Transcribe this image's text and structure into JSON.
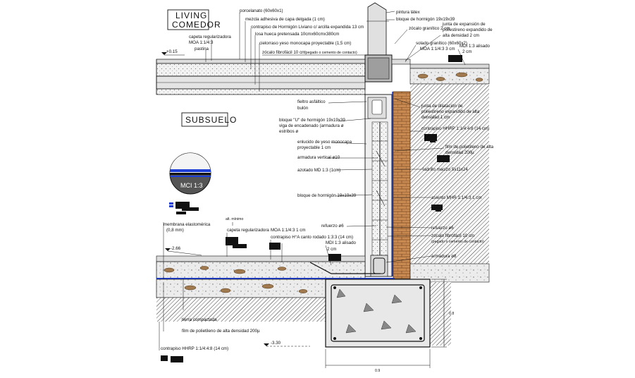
{
  "rooms": {
    "living": "LIVING",
    "comedor": "COMEDOR",
    "subsuelo": "SUBSUELO"
  },
  "legend": {
    "mci_label": "MCI 1:3"
  },
  "levels": {
    "upper": "+0.15",
    "middle": "-2.66",
    "lower": "-3.30"
  },
  "labels_upper": {
    "porcelanato": "porcelanato (60x60x1)",
    "mezcla": "mezcla adhesiva de capa delgada (1 cm)",
    "contrapiso": "contrapiso de Hormigón Liviano c/ arcilla expandida 13 cm",
    "losa": "losa hueca pretensada 10cmx60cmx380cm",
    "cielorraso": "cielorraso yeso monocapa proyectable (1,5 cm)",
    "zocalo": "zócalo fibrofácil 10 cm",
    "zocalo_sub": "(pegado o cemento de contacto)",
    "capeta": "capeta regularizadora",
    "moa": "MOA 1:1/4:3",
    "pastina": "pastina",
    "pintura": "pintura látex",
    "bloque_top": "bloque de hormigón 19x19x39",
    "zocalo_granitico": "zócalo granítico 2 cm",
    "junta": "junta de expansión de",
    "junta2": "poliestireno expandido de",
    "junta3": "alta densidad 2 cm",
    "solado": "solado granítico (60x60x2)",
    "moa2": "MOA 1:1/4:3 3 cm",
    "mdi": "MDI 1:3 alisado",
    "mdi2": "2 cm"
  },
  "labels_right": {
    "fieltro": "fieltro asfáltico",
    "fieltro2": "bulón",
    "junta_dil": "junta de dilatación de",
    "junta_dil2": "poliestireno expandido de alta",
    "junta_dil3": "densidad 1 cm",
    "bloque_u": "bloque \"U\" de hormigón 19x19x39",
    "bloque_u2": "viga de encadenado (armadura ø",
    "bloque_u3": "estribos ø",
    "contrapiso_hhrp": "contrapiso HHRP 1:1/4:4:8 (14 cm)",
    "enlucido": "enlucido de yeso monocapa",
    "enlucido2": "proyectable 1 cm",
    "film": "film de polietileno de alta",
    "film2": "densidad 200µ",
    "armadura_v": "armadura vertical ø10",
    "ladrillo": "ladrillo macizo 5x11x24",
    "azotado": "azotado MD 1:3 (1cm)",
    "bloque_h": "bloque de hormigón 19x19x39",
    "asiento": "asiento MHR 1:1/4:3 1 cm",
    "refuerzo": "refuerzo ø6",
    "refuerzo2": "refuerzo ø6",
    "zocalo_f": "zócalo fibrofácil 10 cm",
    "zocalo_f2": "(pegado o cemento de contacto)",
    "armadura8": "armadura ø8"
  },
  "labels_lower": {
    "membrana": "membrana elastomérica",
    "membrana2": "(0,8 mm)",
    "alt": "alt. mínimo",
    "capeta": "capeta regularizadora",
    "moa": "MOA 1:1/4:3 1 cm",
    "contrapiso": "contrapiso H°A canto rodado 1:3:3 (14 cm)",
    "mdi": "MDI 1:3 alisado",
    "mdi2": "2 cm",
    "tierra": "tierra compactada",
    "film": "film de polietileno de alta densidad 200µ",
    "contrapiso_hhrp": "contrapiso HHRP 1:1/4:4:8 (14 cm)"
  },
  "dimensions": {
    "width": "0.9",
    "height": "0.8"
  },
  "colors": {
    "blue": "#1d3fd6",
    "ink": "#111111",
    "brick": "#c98a52",
    "stone": "#a07a4e"
  }
}
